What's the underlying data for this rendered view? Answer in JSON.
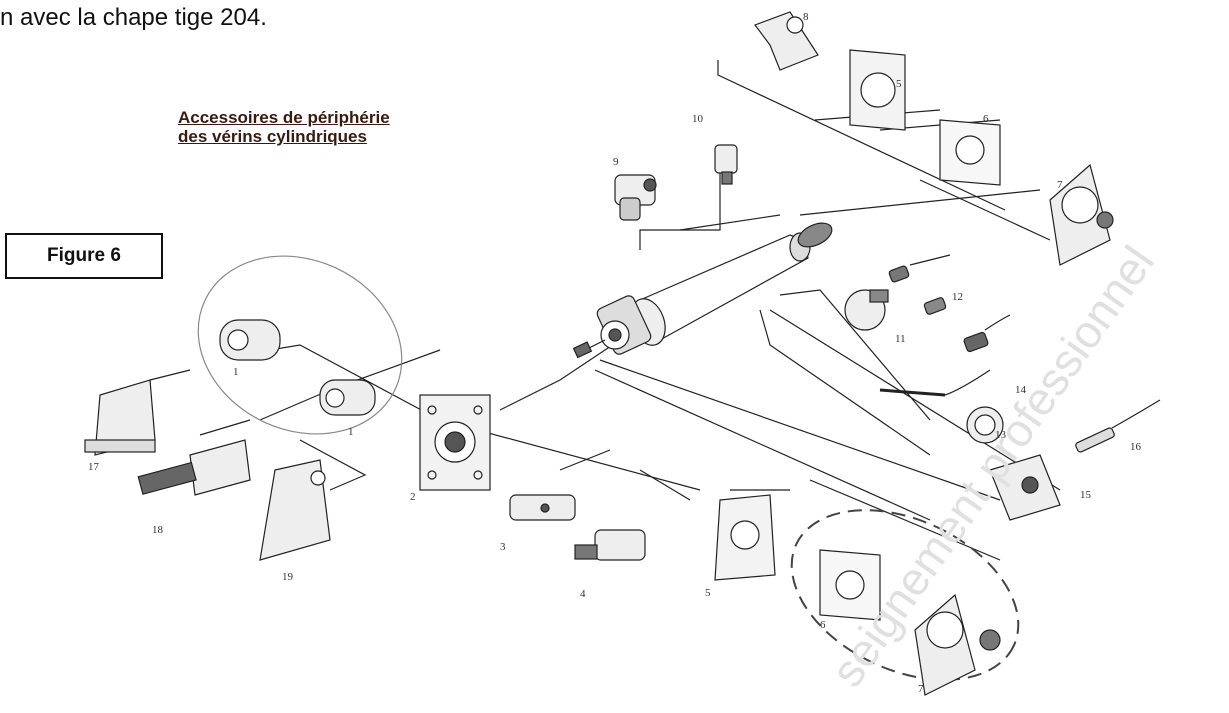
{
  "intro_fragment": "n avec la chape tige 204.",
  "heading": {
    "line1": "Accessoires de périphérie",
    "line2": "des vérins cylindriques"
  },
  "figure_label": "Figure 6",
  "watermark": "seignement professionnel",
  "part_labels": {
    "p1a": "1",
    "p1b": "1",
    "p2": "2",
    "p3": "3",
    "p4": "4",
    "p5a": "5",
    "p5b": "5",
    "p6a": "6",
    "p6b": "6",
    "p7a": "7",
    "p7b": "7",
    "p8": "8",
    "p9": "9",
    "p10": "10",
    "p11": "11",
    "p12": "12",
    "p13": "13",
    "p14": "14",
    "p15": "15",
    "p16": "16",
    "p17": "17",
    "p18": "18",
    "p19": "19"
  },
  "colors": {
    "ink": "#222222",
    "watermark": "#d9d9d9",
    "heading": "#3a1a10"
  }
}
